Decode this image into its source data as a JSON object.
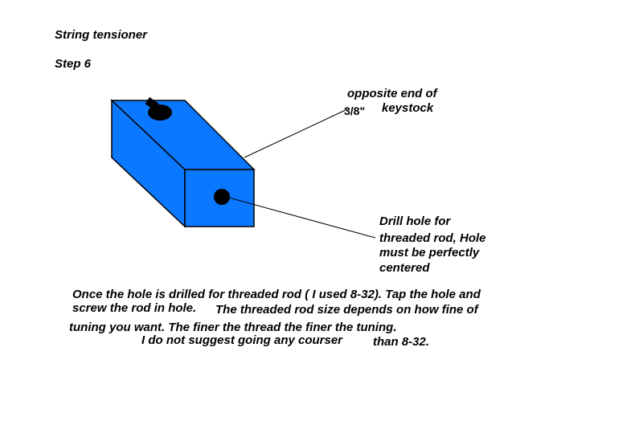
{
  "title": "String tensioner",
  "step": "Step 6",
  "labels": {
    "opposite_end_line1": "opposite end of",
    "opposite_end_line2": "keystock",
    "dimension": "3/8\"",
    "drill_line1": "Drill hole for",
    "drill_line2": "threaded rod, Hole",
    "drill_line3": "must be perfectly",
    "drill_line4": "centered"
  },
  "paragraph": {
    "line1": "Once the hole is drilled for threaded rod ( I used 8-32). Tap the hole and",
    "line2a": "screw the rod in hole.",
    "line2b": "The threaded rod size depends on how fine of",
    "line3": "tuning you want. The finer the thread the finer the tuning.",
    "line4a": "I do not suggest going any courser",
    "line4b": "than 8-32."
  },
  "colors": {
    "block": "#0a78ff",
    "outline": "#000000",
    "hole": "#000000"
  }
}
